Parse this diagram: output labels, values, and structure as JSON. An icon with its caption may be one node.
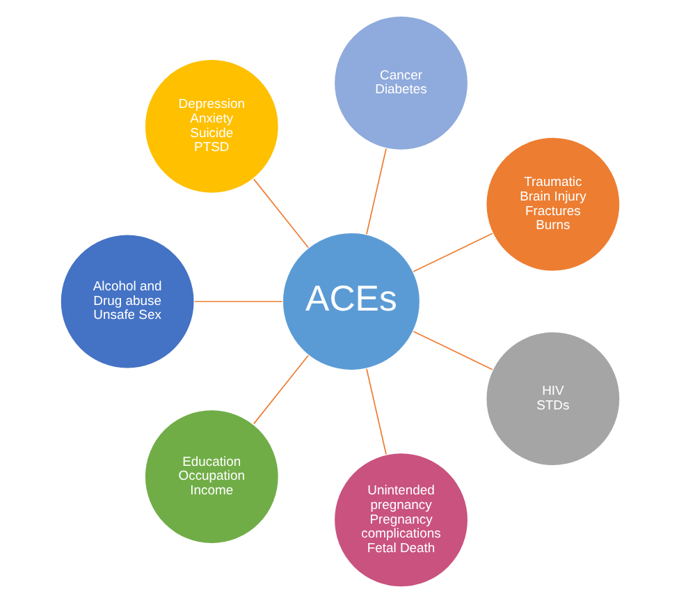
{
  "diagram": {
    "nodes": [
      {
        "text": [
          "ACEs"
        ]
      },
      {
        "text": [
          "Traumatic Brain Injury",
          "Fractures",
          "Burns"
        ]
      },
      {
        "text": [
          "Cancer",
          "Diabetes"
        ]
      },
      {
        "text": [
          "Depression",
          "Anxiety",
          "Suicide",
          "PTSD"
        ]
      },
      {
        "text": [
          "Alcohol and Drug abuse",
          "Unsafe Sex"
        ]
      },
      {
        "text": [
          "Education",
          "Occupation",
          "Income"
        ]
      },
      {
        "text": [
          "Unintended pregnancy",
          "Pregnancy complications",
          "Fetal Death"
        ]
      },
      {
        "text": [
          "HIV",
          "STDs"
        ]
      }
    ],
    "edges": [
      {
        "from": 0,
        "to": 1,
        "arrow": "none"
      },
      {
        "from": 0,
        "to": 2,
        "arrow": "none"
      },
      {
        "from": 0,
        "to": 3,
        "arrow": "none"
      },
      {
        "from": 0,
        "to": 4,
        "arrow": "none"
      },
      {
        "from": 0,
        "to": 5,
        "arrow": "none"
      },
      {
        "from": 0,
        "to": 6,
        "arrow": "none"
      },
      {
        "from": 0,
        "to": 7,
        "arrow": "none"
      }
    ]
  }
}
